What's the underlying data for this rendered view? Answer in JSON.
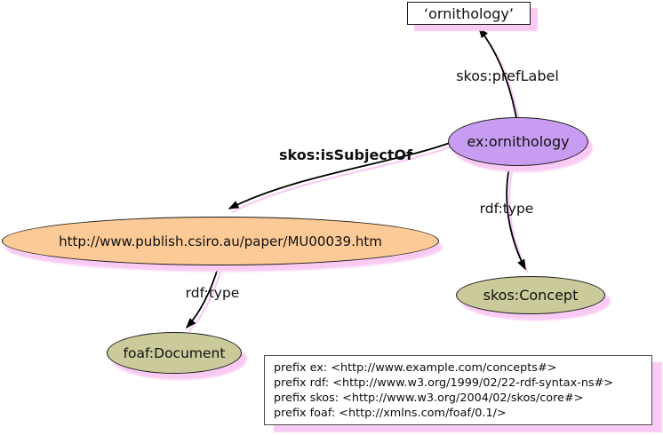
{
  "diagram": {
    "title": "SKOS concept subject-indexing RDF graph",
    "colors": {
      "background": "#ffffff",
      "concept_fill": "#c89cf0",
      "resource_fill": "#fcca96",
      "class_fill": "#caca9b",
      "literal_fill": "#ffffff",
      "shadow_pink": "#f9cbf4",
      "edge_stroke": "#000000",
      "node_border": "#1c1c1c",
      "prefix_box_border": "#4d4d4d"
    },
    "nodes": {
      "literal": {
        "label": "‘ornithology’"
      },
      "concept": {
        "label": "ex:ornithology"
      },
      "document": {
        "label": "http://www.publish.csiro.au/paper/MU00039.htm"
      },
      "skos_class": {
        "label": "skos:Concept"
      },
      "foaf_class": {
        "label": "foaf:Document"
      }
    },
    "edges": {
      "pref_label": {
        "label": "skos:prefLabel",
        "from": "ex:ornithology",
        "to": "‘ornithology’"
      },
      "is_subject_of": {
        "label": "skos:isSubjectOf",
        "from": "ex:ornithology",
        "to": "http://www.publish.csiro.au/paper/MU00039.htm"
      },
      "rdf_type_concept": {
        "label": "rdf:type",
        "from": "ex:ornithology",
        "to": "skos:Concept"
      },
      "rdf_type_document": {
        "label": "rdf:type",
        "from": "http://www.publish.csiro.au/paper/MU00039.htm",
        "to": "foaf:Document"
      }
    },
    "prefixes": {
      "lines": [
        "prefix ex: <http://www.example.com/concepts#>",
        "prefix rdf: <http://www.w3.org/1999/02/22-rdf-syntax-ns#>",
        "prefix skos: <http://www.w3.org/2004/02/skos/core#>",
        "prefix foaf: <http://xmlns.com/foaf/0.1/>"
      ]
    }
  }
}
